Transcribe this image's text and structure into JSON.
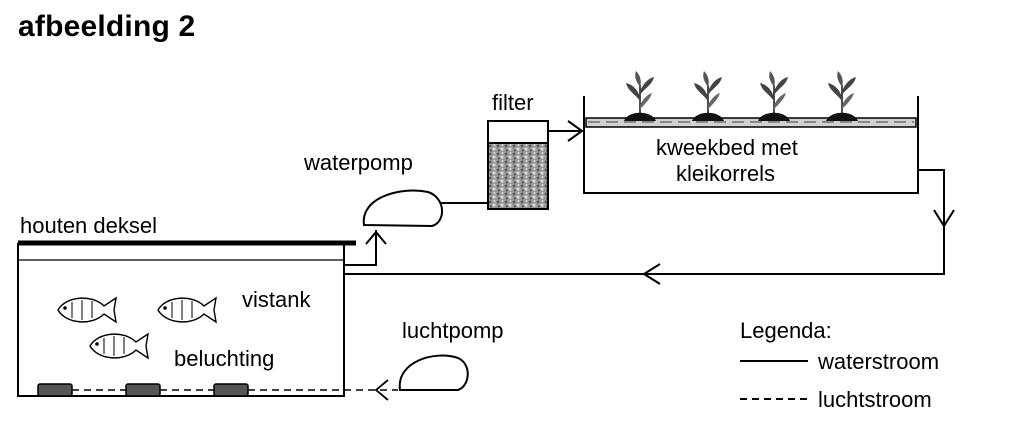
{
  "heading": "afbeelding 2",
  "labels": {
    "filter": "filter",
    "waterpomp": "waterpomp",
    "kweekbed_line1": "kweekbed met",
    "kweekbed_line2": "kleikorrels",
    "houten_deksel": "houten deksel",
    "vistank": "vistank",
    "beluchting": "beluchting",
    "luchtpomp": "luchtpomp"
  },
  "legend": {
    "title": "Legenda:",
    "waterstroom": "waterstroom",
    "luchtstroom": "luchtstroom"
  }
}
